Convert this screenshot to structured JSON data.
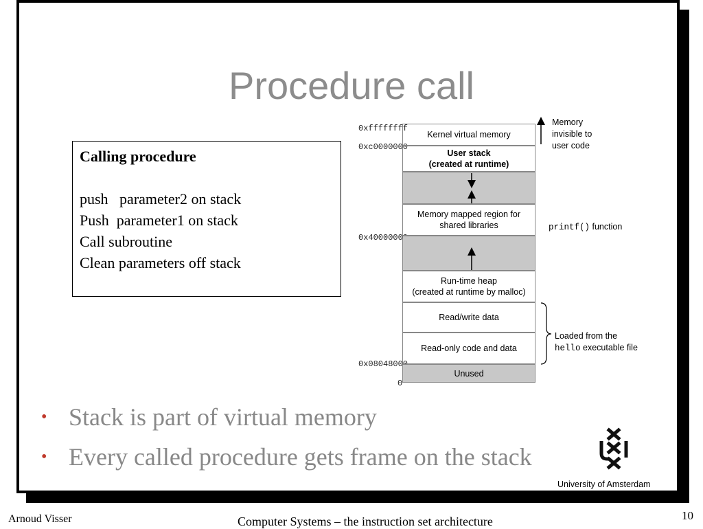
{
  "slide": {
    "title": "Procedure call"
  },
  "calling_box": {
    "heading": "Calling procedure",
    "lines": [
      "push   parameter2 on stack",
      "Push  parameter1 on stack",
      "Call subroutine",
      "Clean parameters off stack"
    ]
  },
  "memory": {
    "addresses": {
      "top": "0xffffffff",
      "kernel_boundary": "0xc0000000",
      "shared_boundary": "0x40000000",
      "code_start": "0x08048000",
      "zero": "0"
    },
    "blocks": {
      "kernel": "Kernel virtual memory",
      "user_stack_1": "User stack",
      "user_stack_2": "(created at runtime)",
      "mmap_1": "Memory mapped region for",
      "mmap_2": "shared libraries",
      "heap_1": "Run-time heap",
      "heap_2": "(created at runtime by malloc)",
      "rw": "Read/write data",
      "ro": "Read-only code and data",
      "unused": "Unused"
    },
    "notes": {
      "invisible_1": "Memory",
      "invisible_2": "invisible to",
      "invisible_3": "user code",
      "printf_code": "printf()",
      "printf_text": "function",
      "loaded_1": "Loaded from the",
      "loaded_code": "hello",
      "loaded_text": "executable file"
    }
  },
  "bullets": [
    "Stack is part of virtual memory",
    "Every called procedure gets frame on the stack"
  ],
  "logo": {
    "name": "University  of Amsterdam"
  },
  "footer": {
    "author": "Arnoud Visser",
    "course": "Computer Systems – the instruction set architecture",
    "page": "10"
  },
  "colors": {
    "title": "#8c8c8c",
    "bullet_dot": "#c0392b",
    "shaded": "#c8c8c8"
  }
}
